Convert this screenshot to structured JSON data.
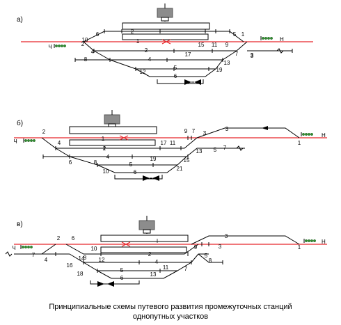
{
  "caption": {
    "line1": "Принципиальные схемы путевого развития промежуточных станций",
    "line2": "однопутных участков"
  },
  "colors": {
    "main_track": "#e8262a",
    "track": "#000000",
    "building": "#8c8c8c",
    "signal_light": "#2f8f2f"
  },
  "panels": [
    {
      "label": "а)",
      "direction_left": "Ч",
      "direction_right": "Н",
      "building_track_label": "I",
      "track_numbers": [
        "2",
        "1",
        "I",
        "2",
        "3",
        "4",
        "5",
        "6"
      ],
      "switch_numbers": [
        "2",
        "4",
        "6",
        "8",
        "10",
        "12",
        "15",
        "11",
        "9",
        "17",
        "19",
        "13",
        "7",
        "5",
        "3",
        "1"
      ]
    },
    {
      "label": "б)",
      "direction_left": "Ч",
      "direction_right": "Н",
      "building_track_label": "I",
      "track_numbers": [
        "1",
        "2",
        "4",
        "5",
        "6",
        "3"
      ],
      "switch_numbers": [
        "2",
        "4",
        "6",
        "8",
        "10",
        "17",
        "11",
        "19",
        "21",
        "9",
        "7",
        "13",
        "15",
        "3",
        "5",
        "7",
        "1"
      ]
    },
    {
      "label": "в)",
      "direction_left": "Ч",
      "direction_right": "Н",
      "building_track_label": "I",
      "track_numbers": [
        "I",
        "2",
        "4",
        "5",
        "6",
        "3"
      ],
      "switch_numbers": [
        "2",
        "6",
        "7",
        "4",
        "8",
        "10",
        "12",
        "14",
        "16",
        "18",
        "11",
        "13",
        "9",
        "3",
        "5",
        "7",
        "8",
        "1"
      ]
    }
  ]
}
